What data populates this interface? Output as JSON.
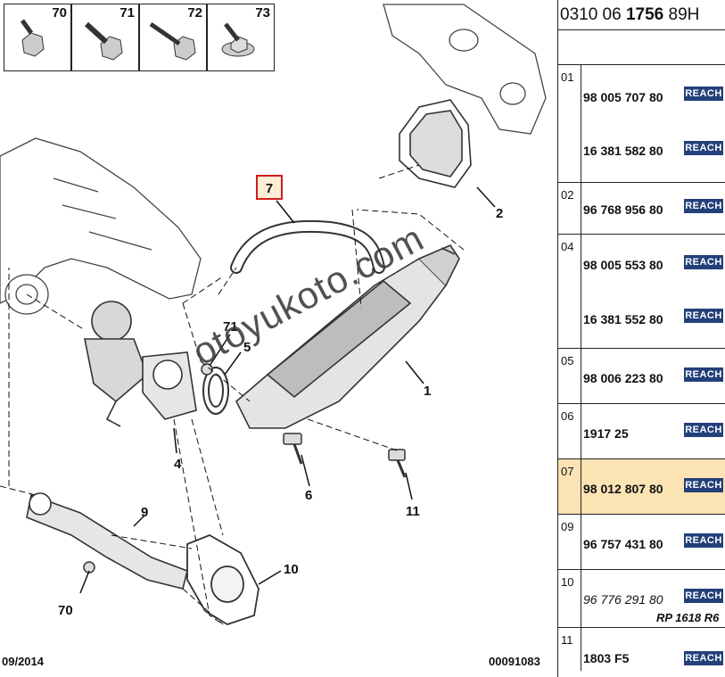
{
  "hardware": [
    {
      "num": "70",
      "icon": "bolt-70-icon"
    },
    {
      "num": "71",
      "icon": "bolt-71-icon"
    },
    {
      "num": "72",
      "icon": "bolt-72-icon"
    },
    {
      "num": "73",
      "icon": "bolt-73-icon"
    }
  ],
  "callouts": {
    "c7": "7",
    "c2": "2",
    "c71": "71",
    "c5": "5",
    "c1": "1",
    "c4": "4",
    "c6": "6",
    "c11": "11",
    "c9": "9",
    "c10": "10",
    "c70": "70"
  },
  "watermark": "otoyukoto.com",
  "footer": {
    "date": "09/2014",
    "code": "00091083"
  },
  "parts_table": {
    "header": {
      "prefix": "0310 06 ",
      "bold": "1756",
      "suffix": " 89H"
    },
    "badge": "REACH",
    "rows": [
      {
        "idx": "01",
        "numbers": [
          "98 005 707 80",
          "16 381 582 80"
        ]
      },
      {
        "idx": "02",
        "numbers": [
          "96 768 956 80"
        ]
      },
      {
        "idx": "04",
        "numbers": [
          "98 005 553 80",
          "16 381 552 80"
        ]
      },
      {
        "idx": "05",
        "numbers": [
          "98 006 223 80"
        ]
      },
      {
        "idx": "06",
        "numbers": [
          "1917 25"
        ]
      },
      {
        "idx": "07",
        "numbers": [
          "98 012 807 80"
        ],
        "selected": true
      },
      {
        "idx": "09",
        "numbers": [
          "96 757 431 80"
        ]
      },
      {
        "idx": "10",
        "numbers": [
          "96 776 291 80"
        ],
        "note": "RP 1618 R6"
      },
      {
        "idx": "11",
        "numbers": [
          "1803 F5"
        ]
      }
    ]
  },
  "colors": {
    "highlight_row": "#fbe3b4",
    "callout_border": "#d41c1c",
    "reach_badge": "#23407a"
  }
}
